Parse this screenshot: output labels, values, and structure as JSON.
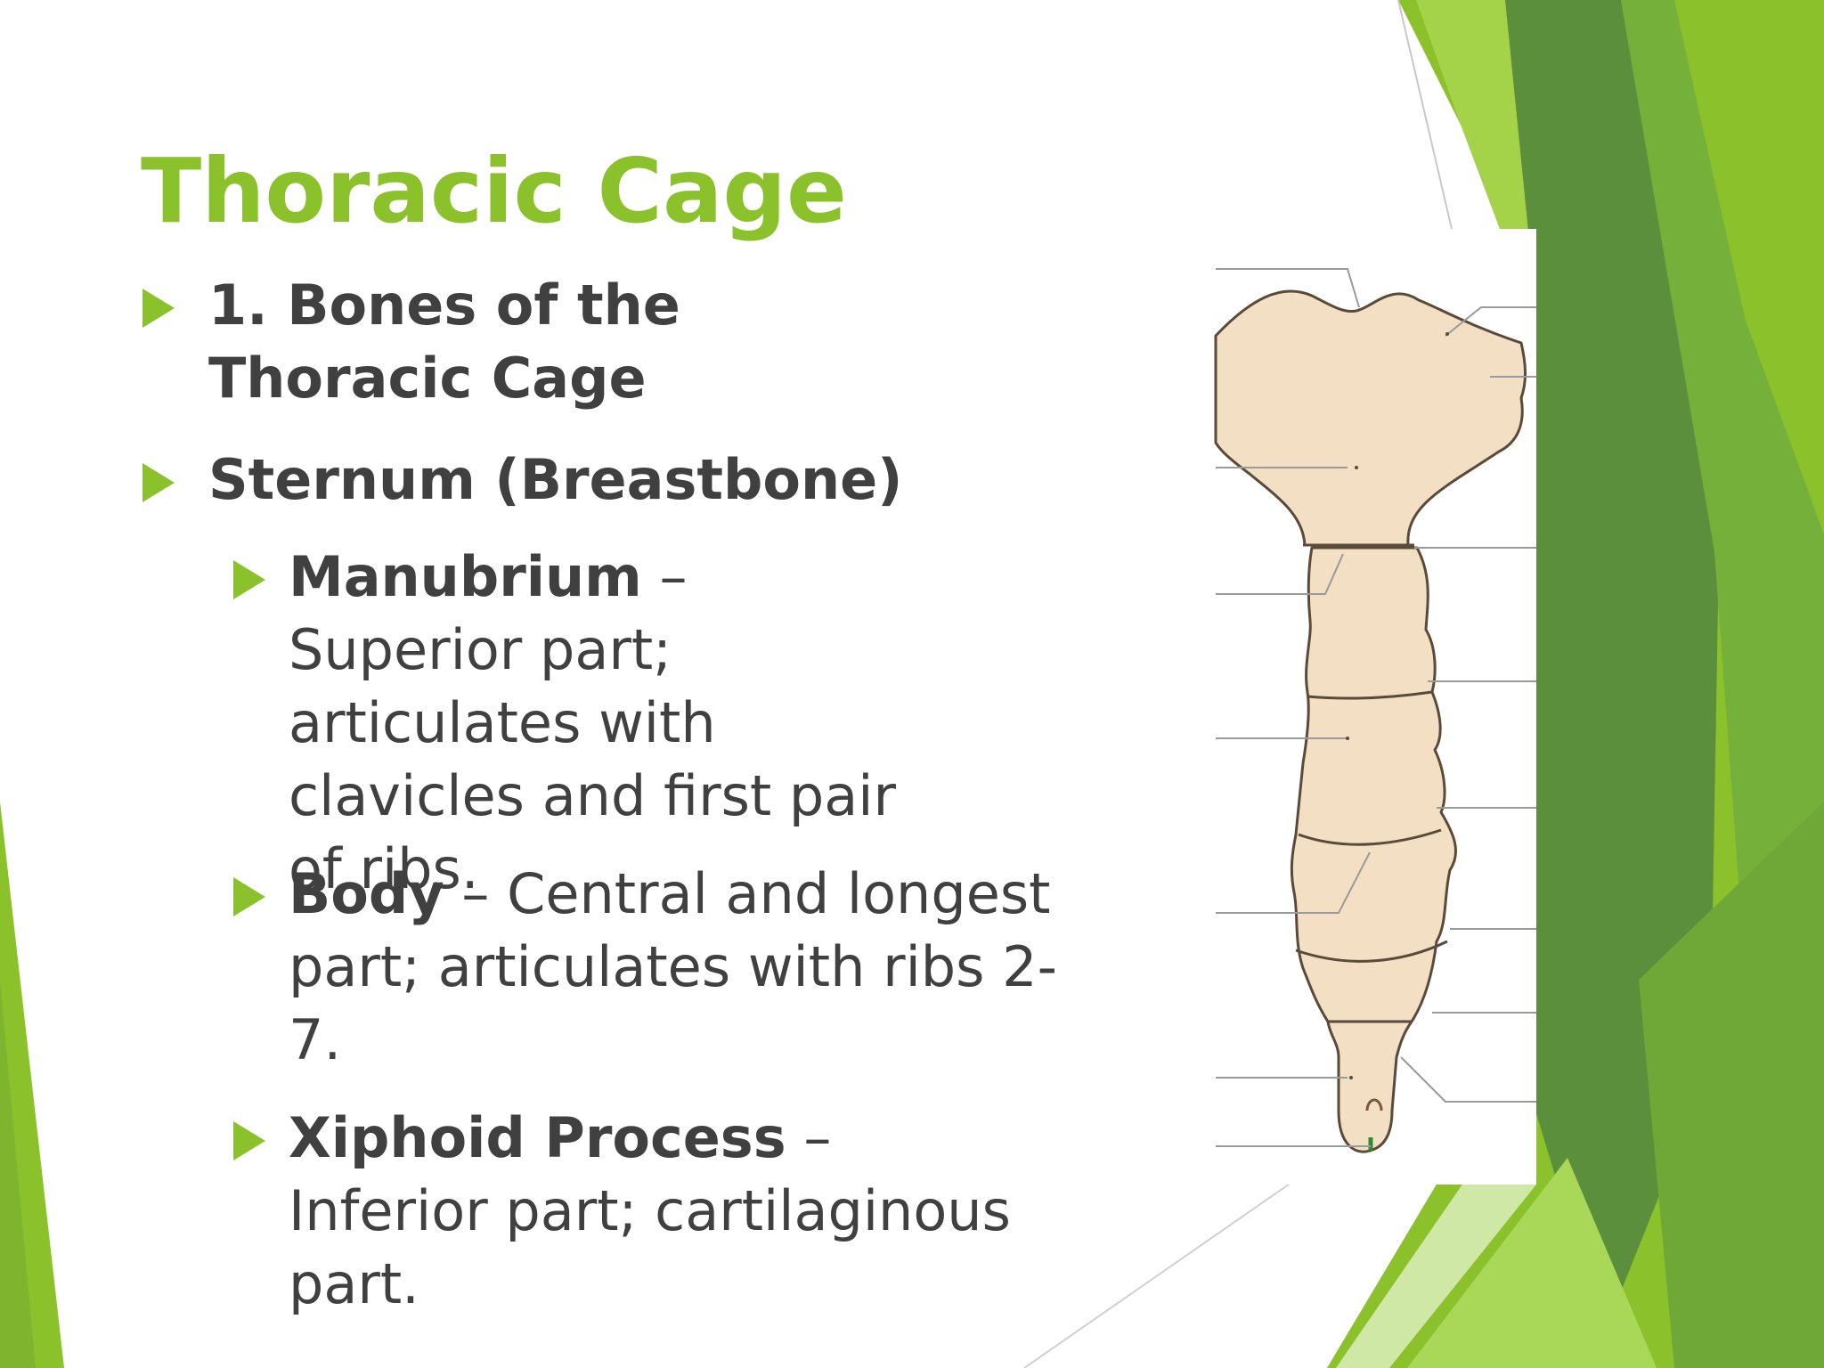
{
  "slide": {
    "title": "Thoracic Cage",
    "bullets": [
      {
        "text": "1. Bones of the Thoracic Cage"
      },
      {
        "text": "Sternum (Breastbone)"
      }
    ],
    "sub_bullets": [
      {
        "term": "Manubrium",
        "desc": " – Superior part; articulates with clavicles and first pair of ribs."
      },
      {
        "term": "Body",
        "desc": " – Central and longest part; articulates with ribs 2-7."
      },
      {
        "term": "Xiphoid Process",
        "desc": " – Inferior part; cartilaginous part."
      }
    ]
  },
  "theme": {
    "accent": "#8bc22c",
    "accent_dark": "#4e8a2e",
    "text": "#404040",
    "bone": "#f2dfc4"
  },
  "figure": {
    "icon": "sternum-diagram-icon"
  }
}
